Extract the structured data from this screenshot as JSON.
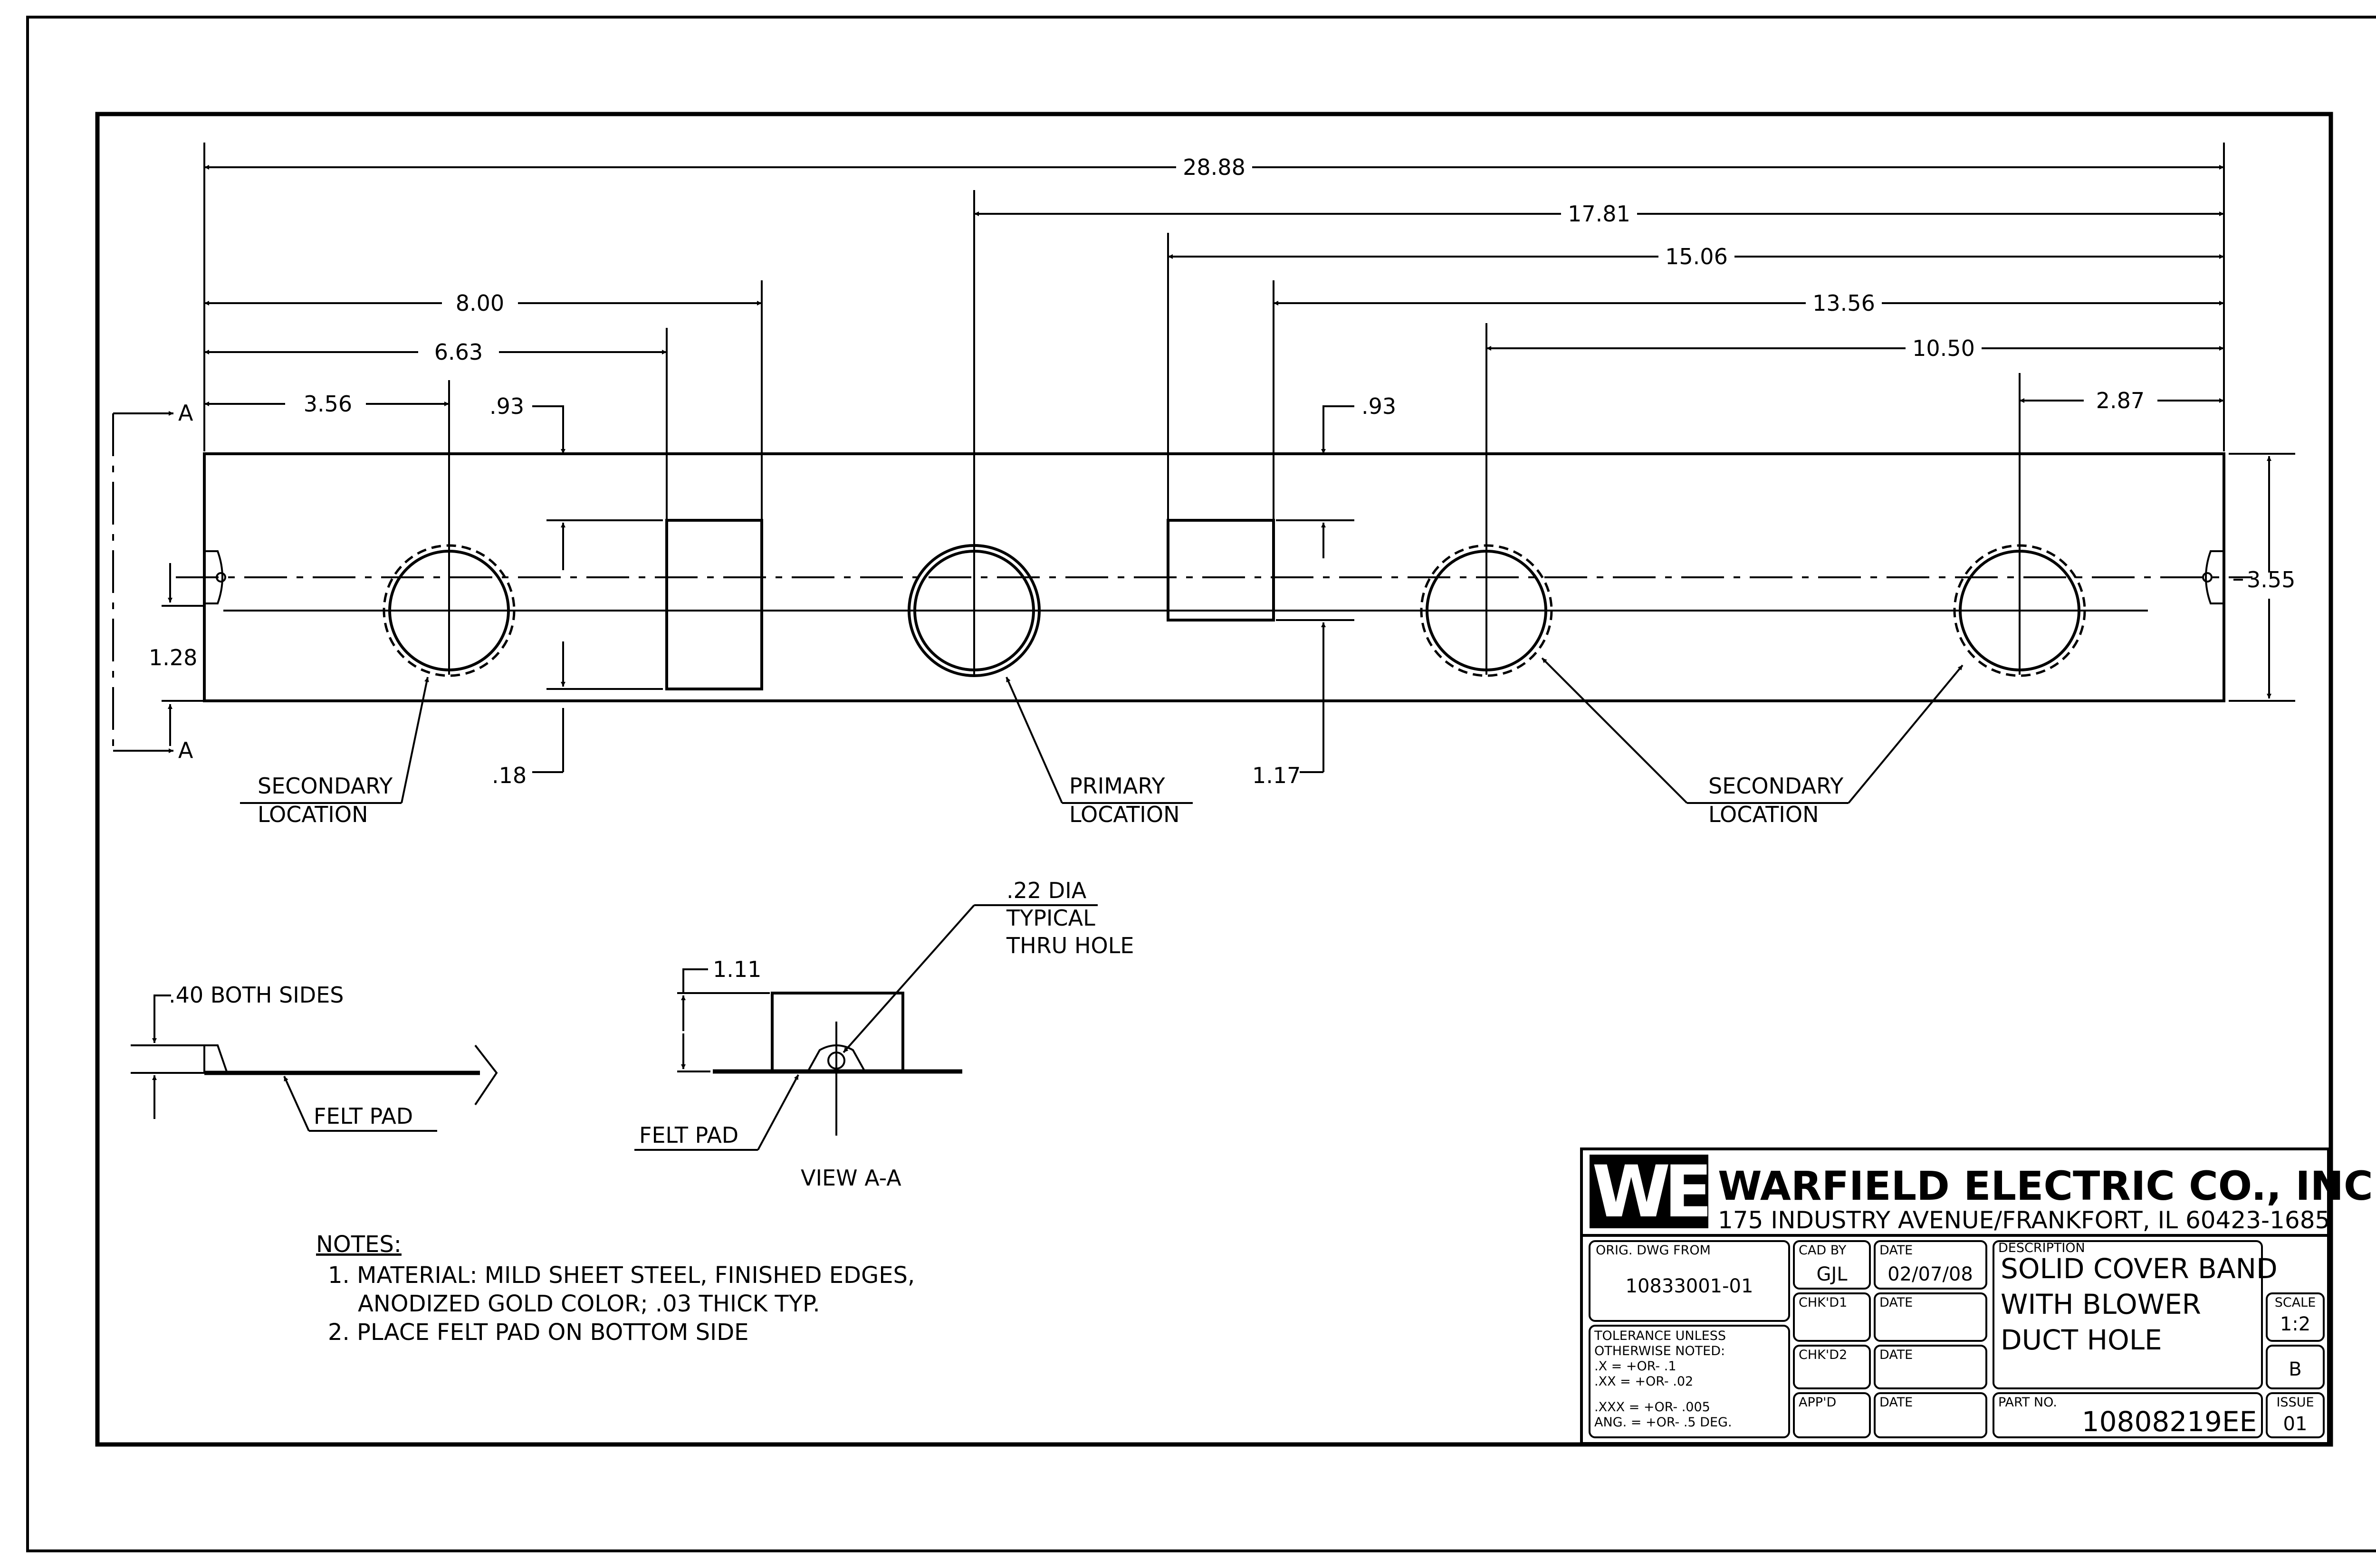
{
  "dimensions": {
    "overall_length": "28.88",
    "d_17_81": "17.81",
    "d_15_06": "15.06",
    "d_13_56": "13.56",
    "d_10_50": "10.50",
    "d_8_00": "8.00",
    "d_6_63": "6.63",
    "d_3_56": "3.56",
    "d_2_87": "2.87",
    "d_93_left": ".93",
    "d_93_right": ".93",
    "width_3_55": "3.55",
    "d_1_28": "1.28",
    "d_18": ".18",
    "d_1_17": "1.17",
    "section_marker": "A"
  },
  "labels": {
    "secondary_line1": "SECONDARY",
    "secondary_line2": "LOCATION",
    "primary_line1": "PRIMARY",
    "primary_line2": "LOCATION"
  },
  "details": {
    "both_sides": ".40 BOTH SIDES",
    "felt_pad": "FELT PAD",
    "dia": ".22 DIA",
    "typical": "TYPICAL",
    "thru_hole": "THRU HOLE",
    "height_1_11": "1.11",
    "view": "VIEW A-A"
  },
  "notes": {
    "heading": "NOTES:",
    "line1": "1. MATERIAL: MILD SHEET STEEL, FINISHED EDGES,",
    "line2": "ANODIZED GOLD COLOR; .03 THICK TYP.",
    "line3": "2. PLACE FELT PAD ON BOTTOM SIDE"
  },
  "title_block": {
    "logo": "WE",
    "company": "WARFIELD ELECTRIC CO., INC.",
    "address": "175 INDUSTRY AVENUE/FRANKFORT, IL 60423-1685",
    "orig_label": "ORIG. DWG FROM",
    "orig_value": "10833001-01",
    "cad_label": "CAD BY",
    "cad_value": "GJL",
    "date_label": "DATE",
    "date_value": "02/07/08",
    "chk1_label": "CHK'D1",
    "chk2_label": "CHK'D2",
    "appd_label": "APP'D",
    "desc_label": "DESCRIPTION",
    "desc_line1": "SOLID COVER BAND",
    "desc_line2": "WITH BLOWER",
    "desc_line3": "DUCT HOLE",
    "scale_label": "SCALE",
    "scale_value": "1:2",
    "size_value": "B",
    "tol_line1": "TOLERANCE UNLESS",
    "tol_line2": "OTHERWISE NOTED:",
    "tol_line3": ".X    = +OR- .1",
    "tol_line4": ".XX   = +OR- .02",
    "tol_line5": ".XXX  = +OR- .005",
    "tol_line6": "ANG. = +OR- .5 DEG.",
    "part_label": "PART NO.",
    "part_value": "10808219EE",
    "issue_label": "ISSUE",
    "issue_value": "01"
  }
}
